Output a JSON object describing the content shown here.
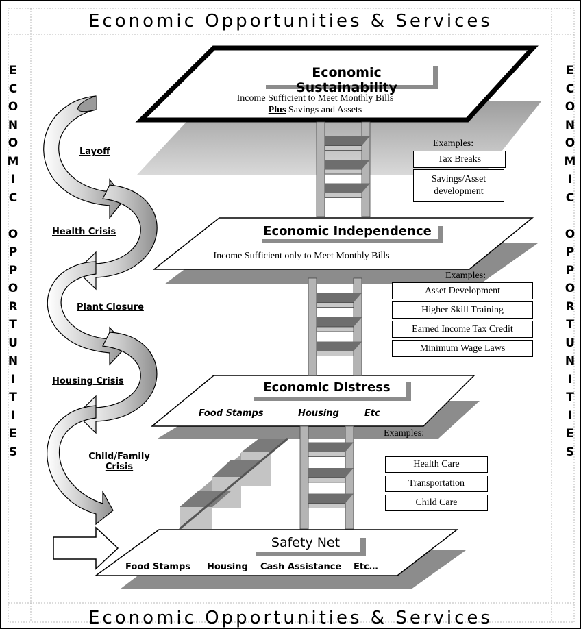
{
  "banner": {
    "top": "Economic Opportunities & Services",
    "bottom": "Economic Opportunities & Services"
  },
  "side": {
    "letters": [
      "E",
      "C",
      "O",
      "N",
      "O",
      "M",
      "I",
      "C",
      "",
      "O",
      "P",
      "P",
      "O",
      "R",
      "T",
      "U",
      "N",
      "I",
      "T",
      "I",
      "E",
      "S"
    ]
  },
  "levels": {
    "sustainability": {
      "title": "Economic Sustainability",
      "line1": "Income Sufficient to Meet Monthly Bills",
      "plus": "Plus",
      "line2_rest": " Savings and Assets"
    },
    "independence": {
      "title": "Economic Independence",
      "line1": "Income Sufficient only to Meet Monthly Bills"
    },
    "distress": {
      "title": "Economic Distress",
      "items": [
        "Food Stamps",
        "Housing",
        "Etc"
      ]
    },
    "safety_net": {
      "title": "Safety Net",
      "items": [
        "Food Stamps",
        "Housing",
        "Cash Assistance",
        "Etc…"
      ]
    }
  },
  "examples": {
    "top": {
      "label": "Examples:",
      "items": [
        "Tax Breaks",
        "Savings/Asset development"
      ]
    },
    "middle": {
      "label": "Examples:",
      "items": [
        "Asset Development",
        "Higher Skill Training",
        "Earned Income Tax Credit",
        "Minimum Wage Laws"
      ]
    },
    "bottom": {
      "label": "Examples:",
      "items": [
        "Health Care",
        "Transportation",
        "Child Care"
      ]
    }
  },
  "crises": [
    "Layoff",
    "Health Crisis",
    "Plant Closure",
    "Housing Crisis",
    "Child/Family",
    "Crisis"
  ],
  "colors": {
    "shadow": "#8c8c8c",
    "shadow_light": "#bdbdbd",
    "rail": "#b4b4b4",
    "rung": "#6e6e6e",
    "frame": "#b9b9b9"
  }
}
